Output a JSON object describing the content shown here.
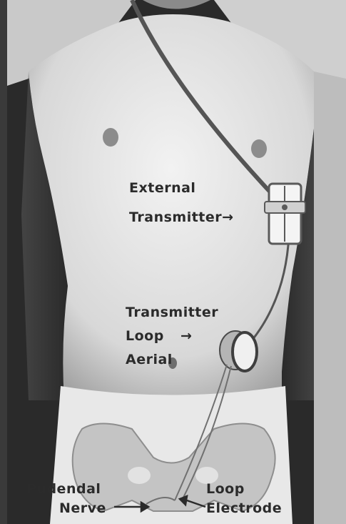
{
  "figure": {
    "labels": {
      "external_transmitter": [
        "External",
        "Transmitter"
      ],
      "loop_aerial": [
        "Transmitter",
        "Loop",
        "Aerial"
      ],
      "pudendal_nerve": [
        "Pudendal",
        "Nerve"
      ],
      "loop_electrode": [
        "Loop",
        "Electrode"
      ]
    },
    "arrow_glyph": "→",
    "arrow_left_glyph": "←"
  }
}
